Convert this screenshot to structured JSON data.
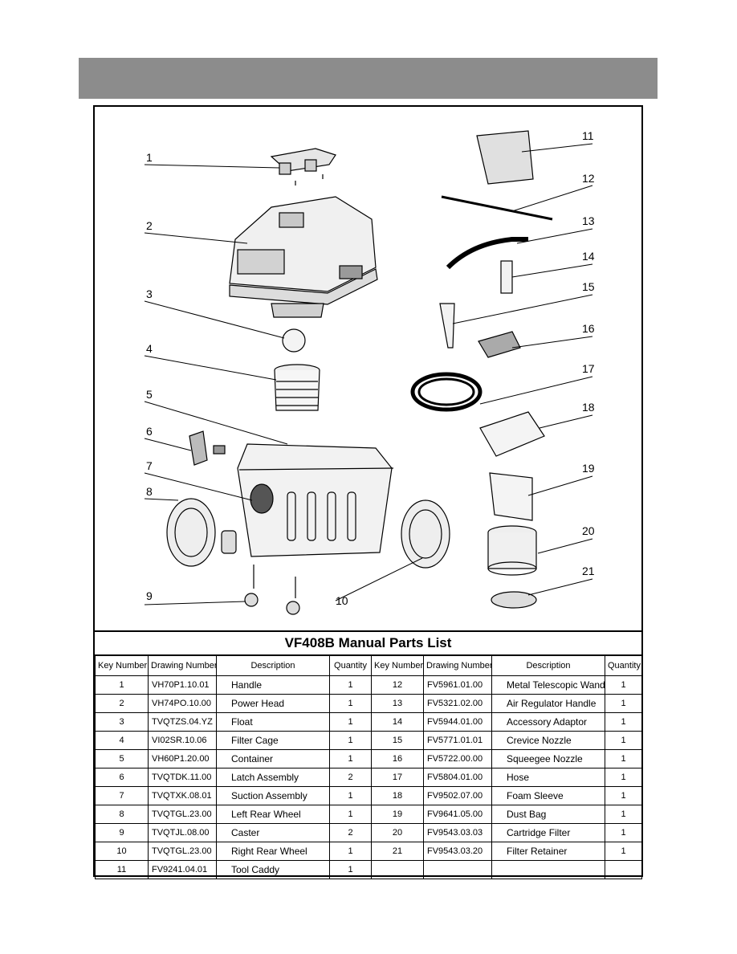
{
  "title": "VF408B Manual Parts List",
  "callouts": [
    "1",
    "2",
    "3",
    "4",
    "5",
    "6",
    "7",
    "8",
    "9",
    "10",
    "11",
    "12",
    "13",
    "14",
    "15",
    "16",
    "17",
    "18",
    "19",
    "20",
    "21"
  ],
  "headers": [
    "Key Number",
    "Drawing Number",
    "Description",
    "Quantity",
    "Key Number",
    "Drawing Number",
    "Description",
    "Quantity"
  ],
  "rows": [
    {
      "k1": "1",
      "d1": "VH70P1.10.01",
      "n1": "Handle",
      "q1": "1",
      "k2": "12",
      "d2": "FV5961.01.00",
      "n2": "Metal Telescopic Wand",
      "q2": "1"
    },
    {
      "k1": "2",
      "d1": "VH74PO.10.00",
      "n1": "Power Head",
      "q1": "1",
      "k2": "13",
      "d2": "FV5321.02.00",
      "n2": "Air Regulator Handle",
      "q2": "1"
    },
    {
      "k1": "3",
      "d1": "TVQTZS.04.YZ",
      "n1": "Float",
      "q1": "1",
      "k2": "14",
      "d2": "FV5944.01.00",
      "n2": "Accessory Adaptor",
      "q2": "1"
    },
    {
      "k1": "4",
      "d1": "VI02SR.10.06",
      "n1": "Filter Cage",
      "q1": "1",
      "k2": "15",
      "d2": "FV5771.01.01",
      "n2": "Crevice Nozzle",
      "q2": "1"
    },
    {
      "k1": "5",
      "d1": "VH60P1.20.00",
      "n1": "Container",
      "q1": "1",
      "k2": "16",
      "d2": "FV5722.00.00",
      "n2": "Squeegee Nozzle",
      "q2": "1"
    },
    {
      "k1": "6",
      "d1": "TVQTDK.11.00",
      "n1": "Latch Assembly",
      "q1": "2",
      "k2": "17",
      "d2": "FV5804.01.00",
      "n2": "Hose",
      "q2": "1"
    },
    {
      "k1": "7",
      "d1": "TVQTXK.08.01",
      "n1": "Suction  Assembly",
      "q1": "1",
      "k2": "18",
      "d2": "FV9502.07.00",
      "n2": "Foam Sleeve",
      "q2": "1"
    },
    {
      "k1": "8",
      "d1": "TVQTGL.23.00",
      "n1": "Left Rear Wheel",
      "q1": "1",
      "k2": "19",
      "d2": "FV9641.05.00",
      "n2": "Dust Bag",
      "q2": "1"
    },
    {
      "k1": "9",
      "d1": "TVQTJL.08.00",
      "n1": "Caster",
      "q1": "2",
      "k2": "20",
      "d2": "FV9543.03.03",
      "n2": "Cartridge Filter",
      "q2": "1"
    },
    {
      "k1": "10",
      "d1": "TVQTGL.23.00",
      "n1": "Right Rear Wheel",
      "q1": "1",
      "k2": "21",
      "d2": "FV9543.03.20",
      "n2": "Filter Retainer",
      "q2": "1"
    },
    {
      "k1": "11",
      "d1": "FV9241.04.01",
      "n1": "Tool Caddy",
      "q1": "1",
      "k2": "",
      "d2": "",
      "n2": "",
      "q2": ""
    }
  ]
}
